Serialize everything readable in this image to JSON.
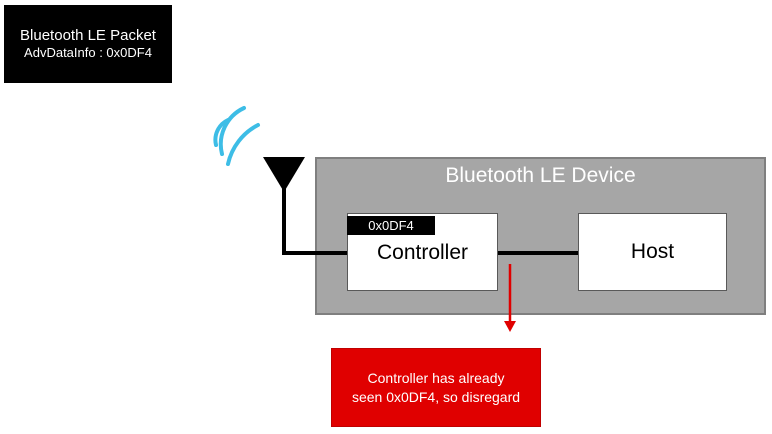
{
  "packet": {
    "title": "Bluetooth LE Packet",
    "adv_data_info": "AdvDataInfo : 0x0DF4"
  },
  "device": {
    "title": "Bluetooth LE Device",
    "controller_label": "Controller",
    "host_label": "Host",
    "controller_tag": "0x0DF4"
  },
  "notice": {
    "line1": "Controller has already",
    "line2": "seen 0x0DF4, so disregard"
  },
  "colors": {
    "packet_bg": "#000000",
    "device_bg": "#a6a6a6",
    "wave": "#3dbde6",
    "alert": "#e00000"
  },
  "icons": [
    "antenna-icon",
    "radio-waves-icon",
    "down-arrow-icon"
  ]
}
